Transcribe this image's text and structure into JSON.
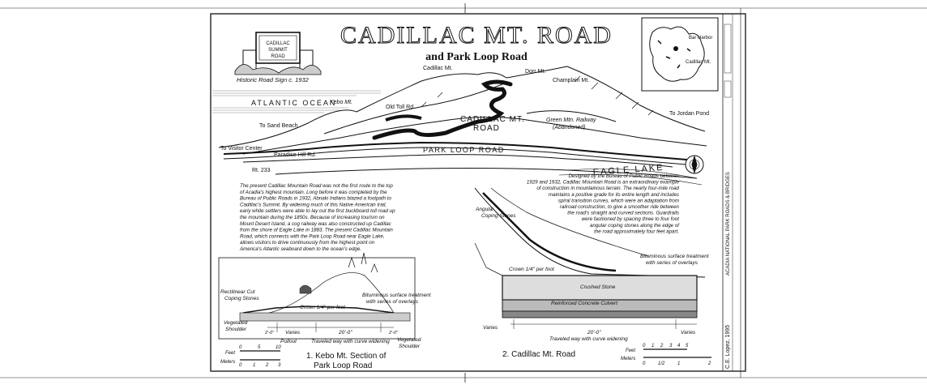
{
  "title": "CADILLAC MT. ROAD",
  "subtitle": "and Park Loop Road",
  "sign": {
    "line1": "CADILLAC",
    "line2": "SUMMIT",
    "line3": "ROAD",
    "caption": "Historic Road Sign c. 1932"
  },
  "inset_map": {
    "label_bar_harbor": "Bar Harbor",
    "label_cadillac": "Cadillac Mt."
  },
  "landscape_labels": {
    "cadillac_mt": "Cadillac Mt.",
    "dorr_mt": "Dorr Mt.",
    "champlain_mt": "Champlain Mt.",
    "atlantic_ocean": "ATLANTIC OCEAN",
    "kebo_mt": "Kebo Mt.",
    "old_toll_rd": "Old Toll Rd.",
    "to_jordan_pond": "To Jordan Pond",
    "to_sand_beach": "To Sand Beach",
    "road_label_1": "CADILLAC MT.",
    "road_label_2": "ROAD",
    "green_mtn_railway": "Green Mtn. Railway",
    "abandoned": "(Abandoned)",
    "to_visitor_center": "To Visitor Center",
    "park_loop_road": "PARK LOOP ROAD",
    "paradise_hill_rd": "Paradise Hill Rd.",
    "rt_233": "Rt. 233",
    "eagle_lake": "EAGLE LAKE"
  },
  "paragraph_left": [
    "The present Cadillac Mountain Road was not the first route to the top",
    "of Acadia's highest mountain. Long before it was completed by the",
    "Bureau of Public Roads in 1932, Abnaki Indians blazed a footpath to",
    "Cadillac's Summit. By widening much of this Native American trail,",
    "early white settlers were able to lay out the first buckboard toll road up",
    "the mountain during the 1850s. Because of increasing tourism on",
    "Mount Desert Island, a cog railway was also constructed up Cadillac",
    "from the shore of Eagle Lake in 1883. The present Cadillac Mountain",
    "Road, which connects with the Park Loop Road near Eagle Lake,",
    "allows visitors to drive continuously from the highest point on",
    "America's Atlantic seaboard down to the ocean's edge."
  ],
  "paragraph_right": [
    "Designed by the Bureau of Public Roads between",
    "1929 and 1932, Cadillac Mountain Road is an extraordinary example",
    "of construction in mountainous terrain. The nearly four-mile road",
    "maintains a positive grade for its entire length and includes",
    "spiral transition curves, which were an adaptation from",
    "railroad construction, to give a smoother ride between",
    "the road's straight and curved sections. Guardrails",
    "were fashioned by spacing three to four foot",
    "angular coping stones along the edge of",
    "the road approximately four feet apart."
  ],
  "section1": {
    "rectilinear": "Rectilinear Cut",
    "coping": "Coping Stones",
    "crown": "Crown 1/4\" per foot",
    "bitum1": "Bituminous surface treatment",
    "bitum2": "with series of overlays",
    "veg": "Vegetated",
    "shoulder": "Shoulder",
    "dim_2ft": "2'-0\"",
    "varies": "Varies",
    "dim_20ft": "20'-0\"",
    "pullout": "Pullout",
    "traveled": "Traveled way with curve widening",
    "veg2": "Vegetated",
    "shoulder2": "Shoulder",
    "caption1": "1. Kebo Mt. Section of",
    "caption2": "Park Loop Road"
  },
  "section2": {
    "angular1": "Angular",
    "angular2": "Coping Stones",
    "crown": "Crown 1/4\" per foot",
    "bitum1": "Bituminous surface treatment",
    "bitum2": "with series of overlays",
    "crushed": "Crushed Stone",
    "culvert": "Reinforced Concrete Culvert",
    "varies_l": "Varies",
    "dim_20ft": "20'-0\"",
    "varies_r": "Varies",
    "traveled": "Traveled way with curve widening",
    "caption": "2. Cadillac Mt. Road"
  },
  "scale1": {
    "feet": "Feet",
    "meters": "Meters",
    "f0": "0",
    "f5": "5",
    "f10": "10",
    "m0": "0",
    "m1": "1",
    "m2": "2",
    "m3": "3"
  },
  "scale2": {
    "feet": "Feet",
    "meters": "Meters",
    "f0": "0",
    "f1": "1",
    "f2": "2",
    "f3": "3",
    "f4": "4",
    "f5": "5",
    "m0": "0",
    "mhalf": "1/2",
    "m1": "1",
    "m2": "2"
  },
  "credit": "C.E. Lopez, 1995",
  "title_block": "ACADIA NATIONAL PARK ROADS & BRIDGES",
  "colors": {
    "ink": "#111111",
    "paper": "#ffffff",
    "road": "#000000"
  }
}
